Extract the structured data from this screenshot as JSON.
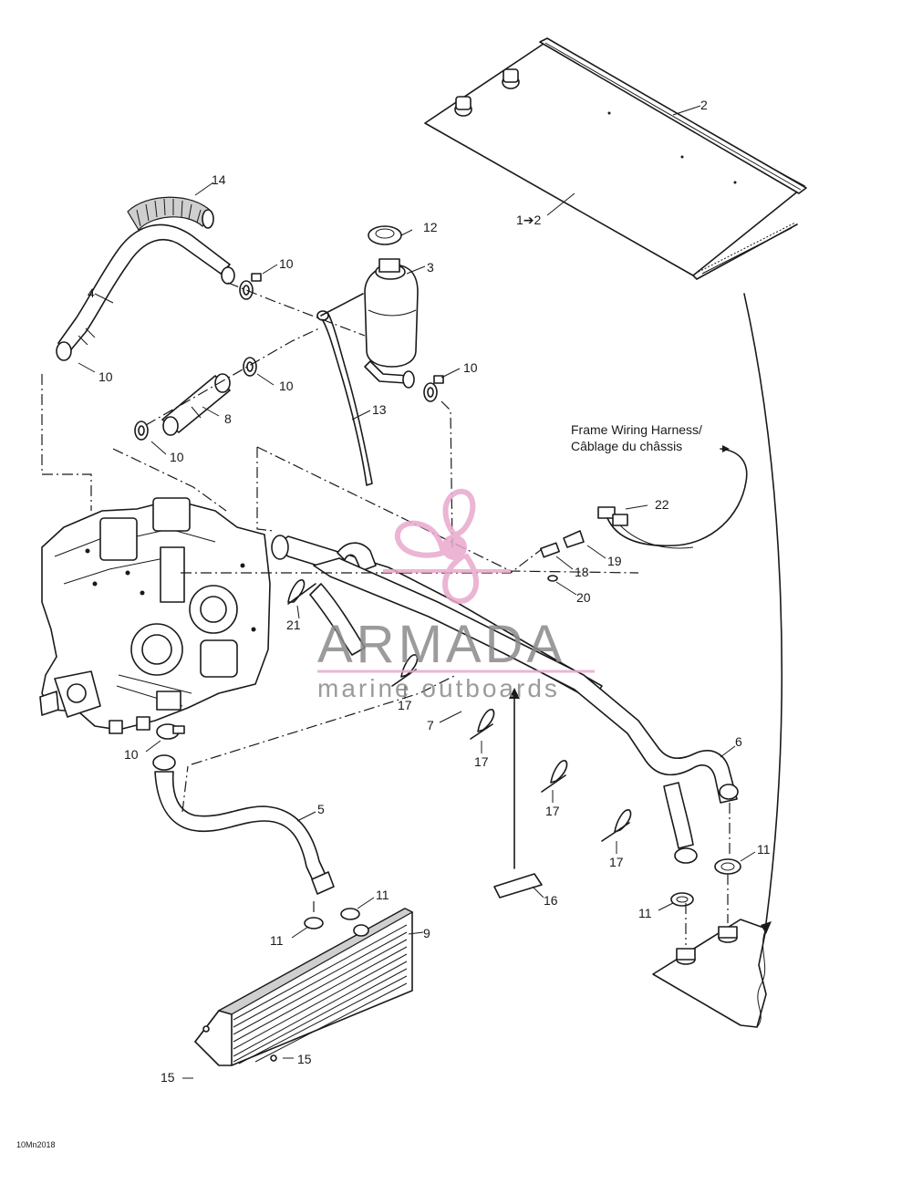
{
  "diagram": {
    "callouts": [
      {
        "id": "c1",
        "label": "1➔2"
      },
      {
        "id": "c2",
        "label": "2"
      },
      {
        "id": "c3",
        "label": "3"
      },
      {
        "id": "c4",
        "label": "4"
      },
      {
        "id": "c5",
        "label": "5"
      },
      {
        "id": "c6",
        "label": "6"
      },
      {
        "id": "c7",
        "label": "7"
      },
      {
        "id": "c8",
        "label": "8"
      },
      {
        "id": "c9",
        "label": "9"
      },
      {
        "id": "c10a",
        "label": "10"
      },
      {
        "id": "c10b",
        "label": "10"
      },
      {
        "id": "c10c",
        "label": "10"
      },
      {
        "id": "c10d",
        "label": "10"
      },
      {
        "id": "c10e",
        "label": "10"
      },
      {
        "id": "c10f",
        "label": "10"
      },
      {
        "id": "c11a",
        "label": "11"
      },
      {
        "id": "c11b",
        "label": "11"
      },
      {
        "id": "c11c",
        "label": "11"
      },
      {
        "id": "c11d",
        "label": "11"
      },
      {
        "id": "c12",
        "label": "12"
      },
      {
        "id": "c13",
        "label": "13"
      },
      {
        "id": "c14",
        "label": "14"
      },
      {
        "id": "c15a",
        "label": "15"
      },
      {
        "id": "c15b",
        "label": "15"
      },
      {
        "id": "c16",
        "label": "16"
      },
      {
        "id": "c17a",
        "label": "17"
      },
      {
        "id": "c17b",
        "label": "17"
      },
      {
        "id": "c17c",
        "label": "17"
      },
      {
        "id": "c17d",
        "label": "17"
      },
      {
        "id": "c18",
        "label": "18"
      },
      {
        "id": "c19",
        "label": "19"
      },
      {
        "id": "c20",
        "label": "20"
      },
      {
        "id": "c21",
        "label": "21"
      },
      {
        "id": "c22",
        "label": "22"
      }
    ],
    "harness_label_line1": "Frame Wiring Harness/",
    "harness_label_line2": "Câblage du châssis",
    "figure_code": "10Mn2018"
  },
  "watermark": {
    "brand": "ARMADA",
    "tagline": "marine outboards",
    "colors": {
      "pink": "#e8a9cc",
      "gray": "#8a8a8a"
    }
  }
}
